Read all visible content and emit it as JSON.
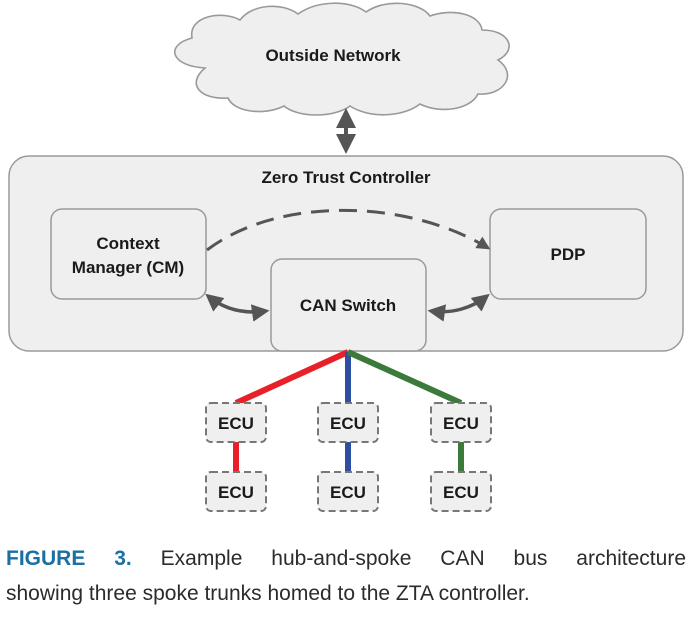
{
  "cloud": {
    "label": "Outside Network"
  },
  "controller": {
    "label": "Zero Trust Controller"
  },
  "context_manager": {
    "label_line1": "Context",
    "label_line2": "Manager (CM)"
  },
  "pdp": {
    "label": "PDP"
  },
  "can_switch": {
    "label": "CAN Switch"
  },
  "ecus": [
    {
      "label": "ECU"
    },
    {
      "label": "ECU"
    },
    {
      "label": "ECU"
    },
    {
      "label": "ECU"
    },
    {
      "label": "ECU"
    },
    {
      "label": "ECU"
    }
  ],
  "trunk_colors": {
    "red": "#e8202a",
    "blue": "#2e4ea3",
    "green": "#3b7a3a"
  },
  "caption": {
    "figure_label": "FIGURE 3.",
    "line1_text": "Example hub-and-spoke CAN bus architecture",
    "line2_text": "showing three spoke trunks homed to the ZTA controller."
  }
}
